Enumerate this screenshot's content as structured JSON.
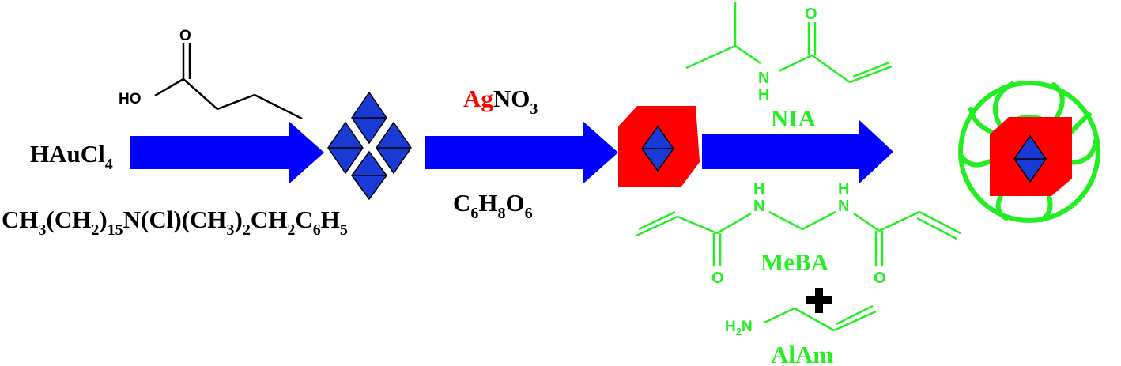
{
  "colors": {
    "arrow": "#0000ff",
    "black": "#000000",
    "gold_nanoparticle": "#1a3ad6",
    "silver_shell": "#ff0000",
    "polymer": "#22ee22"
  },
  "reagents": {
    "gold_precursor": {
      "main": "HAuCl",
      "sub": "4"
    },
    "surfactant": {
      "parts": [
        {
          "t": "CH"
        },
        {
          "s": "3"
        },
        {
          "t": "(CH"
        },
        {
          "s": "2"
        },
        {
          "t": ")"
        },
        {
          "s": "15"
        },
        {
          "t": "N(Cl)(CH"
        },
        {
          "s": "3"
        },
        {
          "t": ")"
        },
        {
          "s": "2"
        },
        {
          "t": "CH"
        },
        {
          "s": "2"
        },
        {
          "t": "C"
        },
        {
          "s": "6"
        },
        {
          "t": "H"
        },
        {
          "s": "5"
        }
      ]
    },
    "butanoic_acid": {
      "oh": "HO",
      "o": "O"
    },
    "silver_nitrate": {
      "ag": "Ag",
      "no": "NO",
      "sub": "3"
    },
    "ascorbic_acid": {
      "parts": [
        {
          "t": "C"
        },
        {
          "s": "6"
        },
        {
          "t": "H"
        },
        {
          "s": "8"
        },
        {
          "t": "O"
        },
        {
          "s": "6"
        }
      ]
    },
    "nipam": {
      "label": "NIA",
      "o": "O",
      "n": "N",
      "h": "H"
    },
    "mba": {
      "label": "MeBA",
      "n1": "N",
      "h1": "H",
      "n2": "N",
      "h2": "H",
      "o1": "O",
      "o2": "O"
    },
    "allylamine": {
      "label": "AlAm",
      "h2n_main": "H",
      "h2n_sub": "2",
      "h2n_n": "N"
    }
  }
}
